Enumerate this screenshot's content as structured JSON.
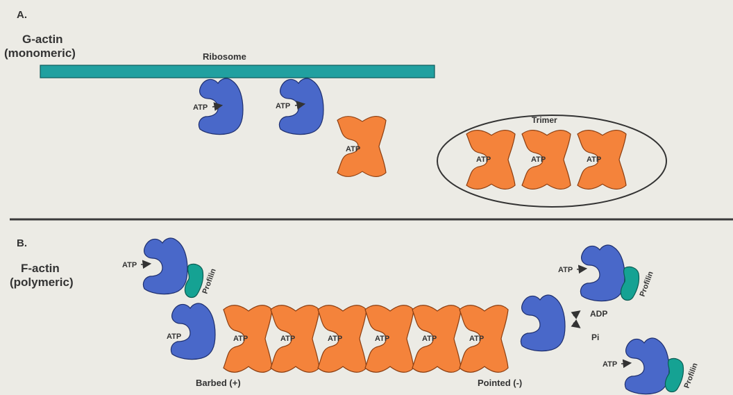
{
  "panel_a": {
    "letter": "A.",
    "title_line1": "G-actin",
    "title_line2": "(monomeric)",
    "ribosome_label": "Ribosome",
    "trimer_label": "Trimer",
    "atp_label": "ATP"
  },
  "panel_b": {
    "letter": "B.",
    "title_line1": "F-actin",
    "title_line2": "(polymeric)",
    "profilin_label": "Profilin",
    "atp_label": "ATP",
    "adp_label": "ADP",
    "pi_label": "Pi",
    "barbed_label": "Barbed (+)",
    "pointed_label": "Pointed (-)",
    "filament_subunit_count": 6
  },
  "colors": {
    "g_actin": "#4968c9",
    "f_actin": "#f4833b",
    "profilin": "#15a293",
    "ribosome": "#21a0a0",
    "background": "#ecebe5"
  }
}
